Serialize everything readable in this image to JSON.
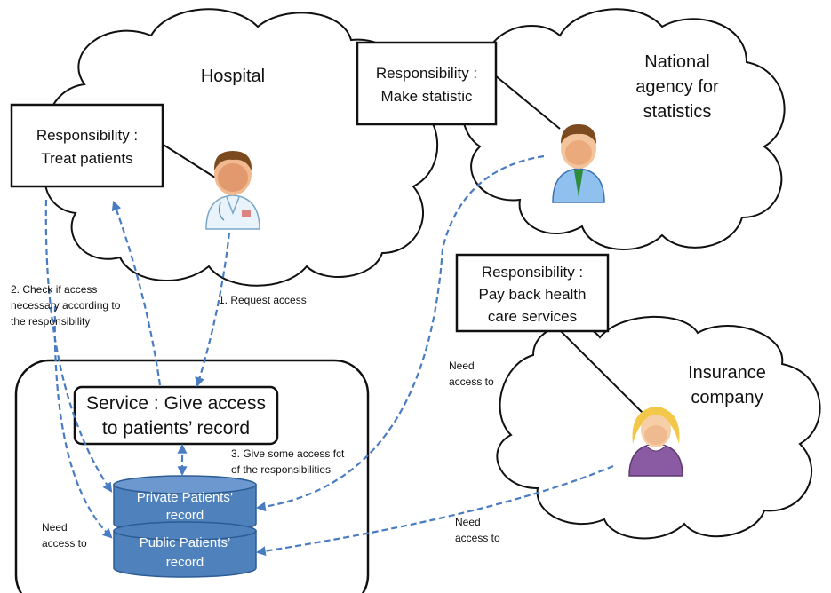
{
  "clouds": {
    "hospital": "Hospital",
    "national_agency": [
      "National",
      "agency for",
      "statistics"
    ],
    "insurance": [
      "Insurance",
      "company"
    ]
  },
  "responsibilities": {
    "treat": [
      "Responsibility :",
      "Treat patients"
    ],
    "statistic": [
      "Responsibility :",
      "Make statistic"
    ],
    "payback": [
      "Responsibility :",
      "Pay back health",
      "care services"
    ]
  },
  "service": [
    "Service : Give access",
    "to patients’ record"
  ],
  "databases": {
    "private": [
      "Private Patients’",
      "record"
    ],
    "public": [
      "Public Patients’",
      "record"
    ]
  },
  "notes": {
    "request": "1. Request  access",
    "check": [
      "2. Check if access",
      "necessary according to",
      "the responsibility"
    ],
    "give": [
      "3. Give some access fct",
      "of the responsibilities"
    ],
    "need_left": [
      "Need",
      "access to"
    ],
    "need_mid": [
      "Need",
      "access to"
    ],
    "need_right": [
      "Need",
      "access to"
    ]
  },
  "colors": {
    "arrow": "#4a7cc2",
    "database": "#4f81bd",
    "database_edge": "#2c5d93"
  }
}
